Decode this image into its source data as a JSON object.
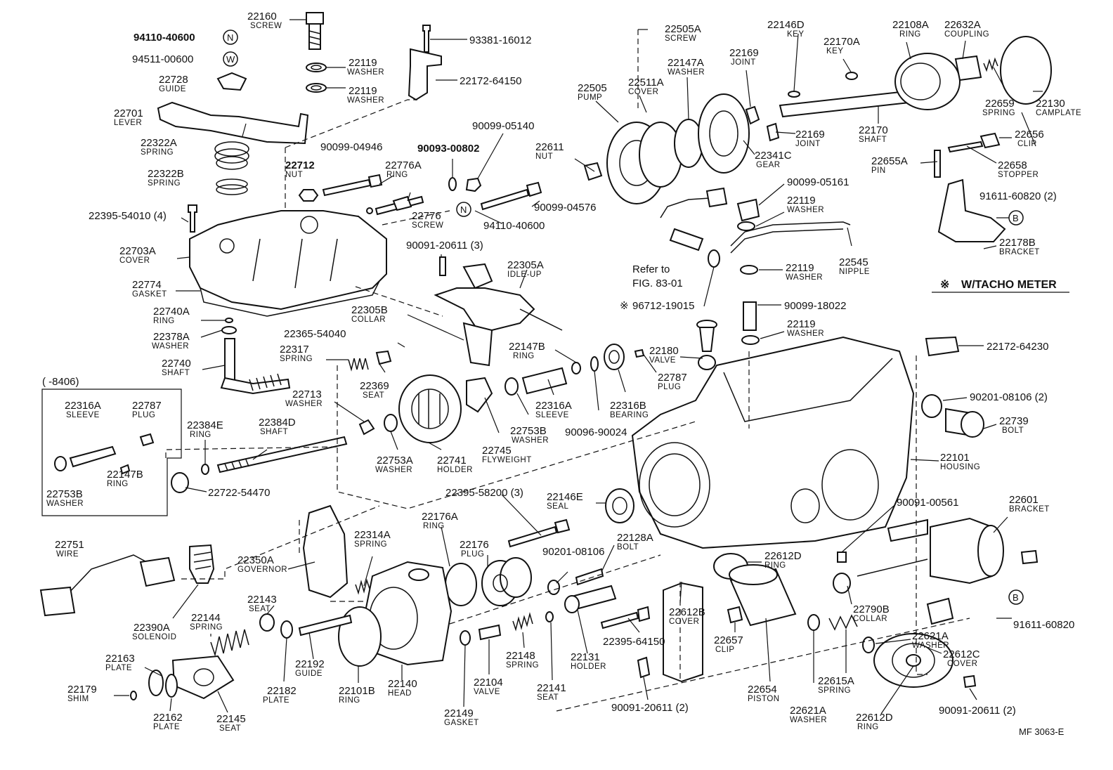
{
  "diagram": {
    "figure_code": "MF 3063-E",
    "note": "W/TACHO METER",
    "note_symbol": "※",
    "inset_label": "(     -8406)",
    "refer_line1": "Refer to",
    "refer_line2": "FIG. 83-01"
  },
  "callouts": [
    {
      "id": "c1",
      "num": "22160",
      "name": "SCREW"
    },
    {
      "id": "c2",
      "num": "94110-40600",
      "name": "",
      "bold": true,
      "mark": "N"
    },
    {
      "id": "c3",
      "num": "94511-00600",
      "name": "",
      "mark": "W"
    },
    {
      "id": "c4",
      "num": "22119",
      "name": "WASHER"
    },
    {
      "id": "c5",
      "num": "22119",
      "name": "WASHER"
    },
    {
      "id": "c6",
      "num": "22728",
      "name": "GUIDE"
    },
    {
      "id": "c7",
      "num": "93381-16012",
      "name": ""
    },
    {
      "id": "c8",
      "num": "22172-64150",
      "name": ""
    },
    {
      "id": "c9",
      "num": "22701",
      "name": "LEVER"
    },
    {
      "id": "c10",
      "num": "22322A",
      "name": "SPRING"
    },
    {
      "id": "c11",
      "num": "22322B",
      "name": "SPRING"
    },
    {
      "id": "c12",
      "num": "22395-54010 (4)",
      "name": ""
    },
    {
      "id": "c13",
      "num": "90099-04946",
      "name": ""
    },
    {
      "id": "c14",
      "num": "22712",
      "name": "NUT",
      "bold": true
    },
    {
      "id": "c15",
      "num": "22776A",
      "name": "RING"
    },
    {
      "id": "c16",
      "num": "90093-00802",
      "name": "",
      "bold": true
    },
    {
      "id": "c17",
      "num": "90099-05140",
      "name": ""
    },
    {
      "id": "c18",
      "num": "90099-04576",
      "name": ""
    },
    {
      "id": "c19",
      "num": "22776",
      "name": "SCREW"
    },
    {
      "id": "c20",
      "num": "94110-40600",
      "name": "",
      "mark": "N"
    },
    {
      "id": "c21",
      "num": "22703A",
      "name": "COVER"
    },
    {
      "id": "c22",
      "num": "22774",
      "name": "GASKET"
    },
    {
      "id": "c23",
      "num": "22740A",
      "name": "RING"
    },
    {
      "id": "c24",
      "num": "22378A",
      "name": "WASHER"
    },
    {
      "id": "c25",
      "num": "22740",
      "name": "SHAFT"
    },
    {
      "id": "c26",
      "num": "90091-20611 (3)",
      "name": ""
    },
    {
      "id": "c27",
      "num": "22305A",
      "name": "IDLE-UP"
    },
    {
      "id": "c28",
      "num": "22305B",
      "name": "COLLAR"
    },
    {
      "id": "c29",
      "num": "22365-54040",
      "name": ""
    },
    {
      "id": "c30",
      "num": "22317",
      "name": "SPRING"
    },
    {
      "id": "c31",
      "num": "22369",
      "name": "SEAT"
    },
    {
      "id": "c32",
      "num": "22147B",
      "name": "RING"
    },
    {
      "id": "c33",
      "num": "22316A",
      "name": "SLEEVE"
    },
    {
      "id": "c34",
      "num": "22753B",
      "name": "WASHER"
    },
    {
      "id": "c35",
      "num": "22745",
      "name": "FLYWEIGHT"
    },
    {
      "id": "c36",
      "num": "22741",
      "name": "HOLDER"
    },
    {
      "id": "c37",
      "num": "22753A",
      "name": "WASHER"
    },
    {
      "id": "c38",
      "num": "22713",
      "name": "WASHER"
    },
    {
      "id": "c39",
      "num": "22384D",
      "name": "SHAFT"
    },
    {
      "id": "c40",
      "num": "22384E",
      "name": "RING"
    },
    {
      "id": "c41",
      "num": "22722-54470",
      "name": ""
    },
    {
      "id": "c42",
      "num": "22316A",
      "name": "SLEEVE"
    },
    {
      "id": "c43",
      "num": "22787",
      "name": "PLUG"
    },
    {
      "id": "c44",
      "num": "22147B",
      "name": "RING"
    },
    {
      "id": "c45",
      "num": "22753B",
      "name": "WASHER"
    },
    {
      "id": "c46",
      "num": "22316B",
      "name": "BEARING"
    },
    {
      "id": "c47",
      "num": "90096-90024",
      "name": ""
    },
    {
      "id": "c48",
      "num": "22180",
      "name": "VALVE"
    },
    {
      "id": "c49",
      "num": "22787",
      "name": "PLUG"
    },
    {
      "id": "c50",
      "num": "22505A",
      "name": "SCREW"
    },
    {
      "id": "c51",
      "num": "22505",
      "name": "PUMP"
    },
    {
      "id": "c52",
      "num": "22511A",
      "name": "COVER"
    },
    {
      "id": "c53",
      "num": "22147A",
      "name": "WASHER"
    },
    {
      "id": "c54",
      "num": "22611",
      "name": "NUT"
    },
    {
      "id": "c55",
      "num": "22169",
      "name": "JOINT"
    },
    {
      "id": "c56",
      "num": "22169",
      "name": "JOINT"
    },
    {
      "id": "c57",
      "num": "22341C",
      "name": "GEAR"
    },
    {
      "id": "c58",
      "num": "22146D",
      "name": "KEY"
    },
    {
      "id": "c59",
      "num": "22170A",
      "name": "KEY"
    },
    {
      "id": "c60",
      "num": "22108A",
      "name": "RING"
    },
    {
      "id": "c61",
      "num": "22632A",
      "name": "COUPLING"
    },
    {
      "id": "c62",
      "num": "22659",
      "name": "SPRING"
    },
    {
      "id": "c63",
      "num": "22130",
      "name": "CAMPLATE"
    },
    {
      "id": "c64",
      "num": "22170",
      "name": "SHAFT"
    },
    {
      "id": "c65",
      "num": "22656",
      "name": "CLIP"
    },
    {
      "id": "c66",
      "num": "22655A",
      "name": "PIN"
    },
    {
      "id": "c67",
      "num": "22658",
      "name": "STOPPER"
    },
    {
      "id": "c68",
      "num": "91611-60820 (2)",
      "name": "",
      "mark": "B"
    },
    {
      "id": "c69",
      "num": "22178B",
      "name": "BRACKET"
    },
    {
      "id": "c70",
      "num": "90099-05161",
      "name": ""
    },
    {
      "id": "c71",
      "num": "22119",
      "name": "WASHER"
    },
    {
      "id": "c72",
      "num": "22545",
      "name": "NIPPLE"
    },
    {
      "id": "c73",
      "num": "22119",
      "name": "WASHER"
    },
    {
      "id": "c74",
      "num": "96712-19015",
      "name": "",
      "symbol": "※"
    },
    {
      "id": "c75",
      "num": "90099-18022",
      "name": ""
    },
    {
      "id": "c76",
      "num": "22119",
      "name": "WASHER"
    },
    {
      "id": "c77",
      "num": "22172-64230",
      "name": ""
    },
    {
      "id": "c78",
      "num": "90201-08106 (2)",
      "name": ""
    },
    {
      "id": "c79",
      "num": "22739",
      "name": "BOLT"
    },
    {
      "id": "c80",
      "num": "22101",
      "name": "HOUSING"
    },
    {
      "id": "c81",
      "num": "22601",
      "name": "BRACKET"
    },
    {
      "id": "c82",
      "num": "90091-00561",
      "name": ""
    },
    {
      "id": "c83",
      "num": "22790B",
      "name": "COLLAR"
    },
    {
      "id": "c84",
      "num": "91611-60820",
      "name": "",
      "mark": "B"
    },
    {
      "id": "c85",
      "num": "22612D",
      "name": "RING"
    },
    {
      "id": "c86",
      "num": "22612B",
      "name": "COVER"
    },
    {
      "id": "c87",
      "num": "22657",
      "name": "CLIP"
    },
    {
      "id": "c88",
      "num": "22654",
      "name": "PISTON"
    },
    {
      "id": "c89",
      "num": "22621A",
      "name": "WASHER"
    },
    {
      "id": "c90",
      "num": "22615A",
      "name": "SPRING"
    },
    {
      "id": "c91",
      "num": "22621A",
      "name": "WASHER"
    },
    {
      "id": "c92",
      "num": "22612C",
      "name": "COVER"
    },
    {
      "id": "c93",
      "num": "22612D",
      "name": "RING"
    },
    {
      "id": "c94",
      "num": "90091-20611 (2)",
      "name": ""
    },
    {
      "id": "c95",
      "num": "90091-20611 (2)",
      "name": ""
    },
    {
      "id": "c96",
      "num": "22146E",
      "name": "SEAL"
    },
    {
      "id": "c97",
      "num": "22395-58200 (3)",
      "name": ""
    },
    {
      "id": "c98",
      "num": "22128A",
      "name": "BOLT"
    },
    {
      "id": "c99",
      "num": "90201-08106",
      "name": ""
    },
    {
      "id": "c100",
      "num": "22131",
      "name": "HOLDER"
    },
    {
      "id": "c101",
      "num": "22395-64150",
      "name": ""
    },
    {
      "id": "c102",
      "num": "22176A",
      "name": "RING"
    },
    {
      "id": "c103",
      "num": "22176",
      "name": "PLUG"
    },
    {
      "id": "c104",
      "num": "22314A",
      "name": "SPRING"
    },
    {
      "id": "c105",
      "num": "22350A",
      "name": "GOVERNOR"
    },
    {
      "id": "c106",
      "num": "22751",
      "name": "WIRE"
    },
    {
      "id": "c107",
      "num": "22390A",
      "name": "SOLENOID"
    },
    {
      "id": "c108",
      "num": "22143",
      "name": "SEAT"
    },
    {
      "id": "c109",
      "num": "22144",
      "name": "SPRING"
    },
    {
      "id": "c110",
      "num": "22163",
      "name": "PLATE"
    },
    {
      "id": "c111",
      "num": "22179",
      "name": "SHIM"
    },
    {
      "id": "c112",
      "num": "22162",
      "name": "PLATE"
    },
    {
      "id": "c113",
      "num": "22145",
      "name": "SEAT"
    },
    {
      "id": "c114",
      "num": "22182",
      "name": "PLATE"
    },
    {
      "id": "c115",
      "num": "22192",
      "name": "GUIDE"
    },
    {
      "id": "c116",
      "num": "22101B",
      "name": "RING"
    },
    {
      "id": "c117",
      "num": "22140",
      "name": "HEAD"
    },
    {
      "id": "c118",
      "num": "22149",
      "name": "GASKET"
    },
    {
      "id": "c119",
      "num": "22104",
      "name": "VALVE"
    },
    {
      "id": "c120",
      "num": "22148",
      "name": "SPRING"
    },
    {
      "id": "c121",
      "num": "22141",
      "name": "SEAT"
    }
  ]
}
